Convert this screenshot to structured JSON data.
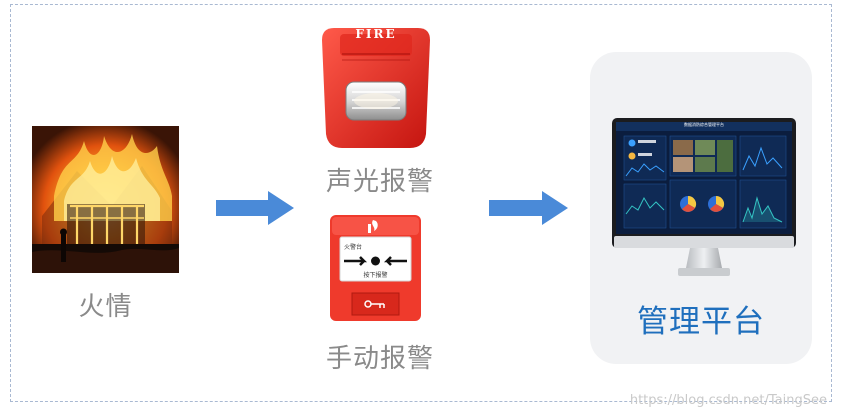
{
  "nodes": {
    "fire": {
      "label": "火情"
    },
    "sound_light_alarm": {
      "label": "声光报警",
      "device_text": "FIRE"
    },
    "manual_alarm": {
      "label": "手动报警",
      "button_title": "火警台",
      "button_text": "按下报警"
    },
    "platform": {
      "label": "管理平台",
      "screen_title": "数据消防综合管理平台"
    }
  },
  "watermark": "https://blog.csdn.net/TaingSee",
  "colors": {
    "arrow": "#4a8ad8",
    "platform_label": "#1f6fbd",
    "frame_border": "#a9b9d2",
    "panel_bg": "#f1f2f4",
    "label_gray": "#8a8a8a"
  }
}
